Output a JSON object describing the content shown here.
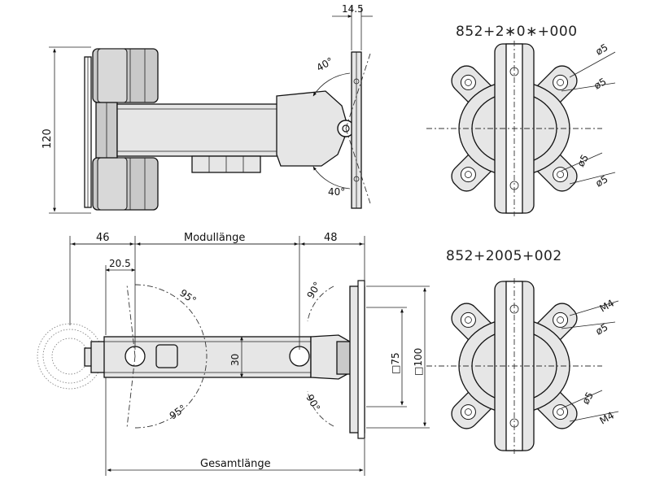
{
  "top_view": {
    "dim_width": "14.5",
    "dim_height": "120",
    "angle_top": "40°",
    "angle_bottom": "40°"
  },
  "bottom_view": {
    "dim_left": "46",
    "dim_right": "48",
    "dim_modul": "Modullänge",
    "dim_offset": "20.5",
    "dim_arm": "30",
    "angle_top_left": "95°",
    "angle_bottom_left": "95°",
    "angle_top_right": "90°",
    "angle_bottom_right": "90°",
    "dim_75": "□75",
    "dim_100": "□100",
    "dim_total": "Gesamtlänge"
  },
  "plate_top": {
    "title": "852+2∗0∗+000",
    "labels": [
      "ø5",
      "ø5",
      "ø5",
      "ø5"
    ]
  },
  "plate_bottom": {
    "title": "852+2005+002",
    "labels": [
      "M4",
      "ø5",
      "ø5",
      "M4"
    ]
  }
}
